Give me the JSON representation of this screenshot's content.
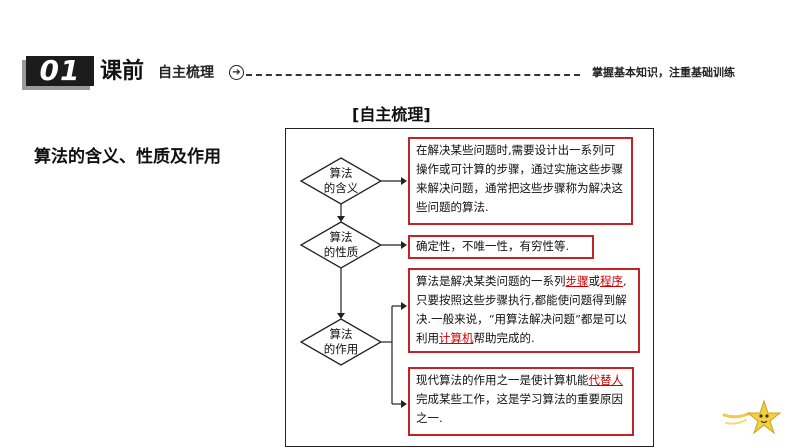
{
  "banner": {
    "number": "01",
    "main_label": "课前",
    "sub_label": "自主梳理",
    "arrow_glyph": "➔",
    "right_text": "掌握基本知识，注重基础训练"
  },
  "section_title": "[自主梳理]",
  "left_title": "算法的含义、性质及作用",
  "diagram": {
    "nodes": [
      {
        "line1": "算法",
        "line2": "的含义"
      },
      {
        "line1": "算法",
        "line2": "的性质"
      },
      {
        "line1": "算法",
        "line2": "的作用"
      }
    ],
    "box1": "在解决某些问题时,需要设计出一系列可操作或可计算的步骤，通过实施这些步骤来解决问题，通常把这些步骤称为解决这些问题的算法.",
    "box2": "确定性，不唯一性，有穷性等.",
    "box3": {
      "p1": "算法是解决某类问题的一系列",
      "h1": "步骤",
      "p2": "或",
      "h2": "程序",
      "p3": ",只要按照这些步骤执行,都能使问题得到解决.一般来说，“用算法解决问题”都是可以利用",
      "h3": "计算机",
      "p4": "帮助完成的."
    },
    "box4": {
      "p1": "现代算法的作用之一是使计算机能",
      "h1": "代替人",
      "p2": "完成某些工作，这是学习算法的重要原因之一."
    }
  },
  "colors": {
    "box_border": "#c12424",
    "highlight": "#cc0000",
    "banner_block": "#1c1c1c"
  }
}
